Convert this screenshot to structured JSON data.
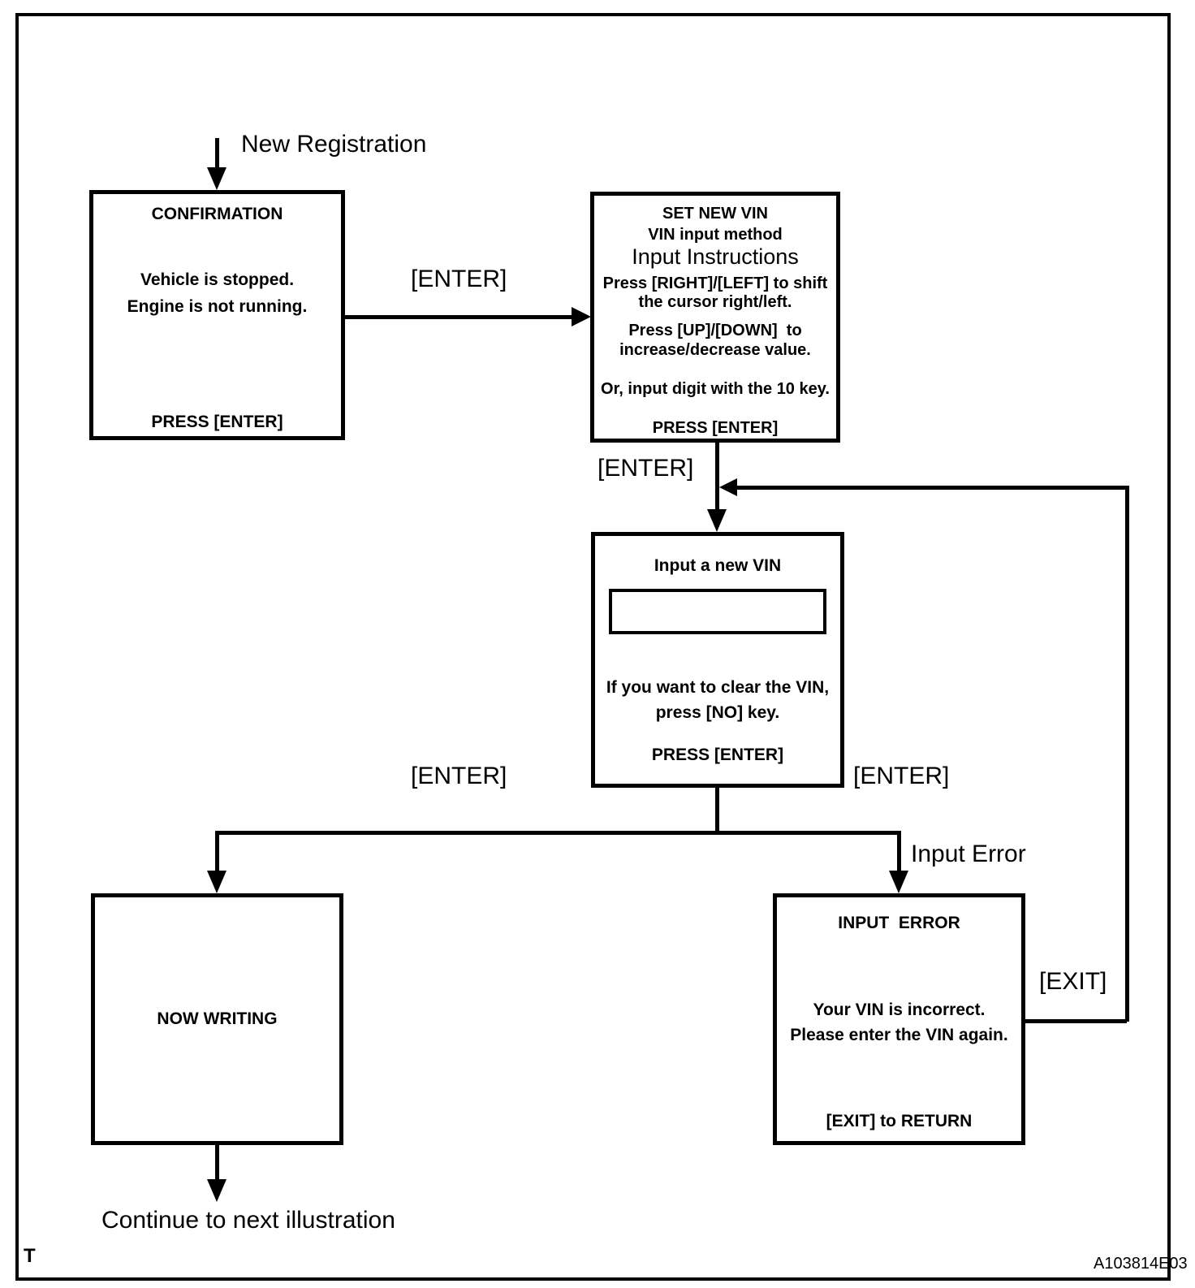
{
  "diagram": {
    "start_label": "New Registration",
    "continue_label": "Continue to next illustration",
    "corner_mark": "T",
    "figure_code": "A103814E03",
    "colors": {
      "line": "#000000",
      "background": "#ffffff"
    }
  },
  "edges": {
    "enter_confirm_to_set": "[ENTER]",
    "enter_set_to_input": "[ENTER]",
    "enter_to_writing": "[ENTER]",
    "enter_to_error": "[ENTER]",
    "input_error_label": "Input Error",
    "exit_label": "[EXIT]"
  },
  "screens": {
    "confirmation": {
      "title": "CONFIRMATION",
      "line1": "Vehicle is stopped.",
      "line2": "Engine is not running.",
      "footer": "PRESS [ENTER]"
    },
    "set_new_vin": {
      "title1": "SET NEW VIN",
      "title2": "VIN input method",
      "subtitle": "Input Instructions",
      "inst1a": "Press [RIGHT]/[LEFT] to shift",
      "inst1b": "the cursor right/left.",
      "inst2a": "Press [UP]/[DOWN]  to",
      "inst2b": "increase/decrease value.",
      "inst3": "Or, input digit with the 10 key.",
      "footer": "PRESS [ENTER]"
    },
    "input_vin": {
      "title": "Input a new VIN",
      "vin_value": "",
      "note1": "If you want to clear the VIN,",
      "note2": "press [NO] key.",
      "footer": "PRESS [ENTER]"
    },
    "now_writing": {
      "title": "NOW WRITING"
    },
    "input_error": {
      "title": "INPUT  ERROR",
      "line1": "Your VIN is incorrect.",
      "line2": "Please enter the VIN again.",
      "footer": "[EXIT] to RETURN"
    }
  }
}
